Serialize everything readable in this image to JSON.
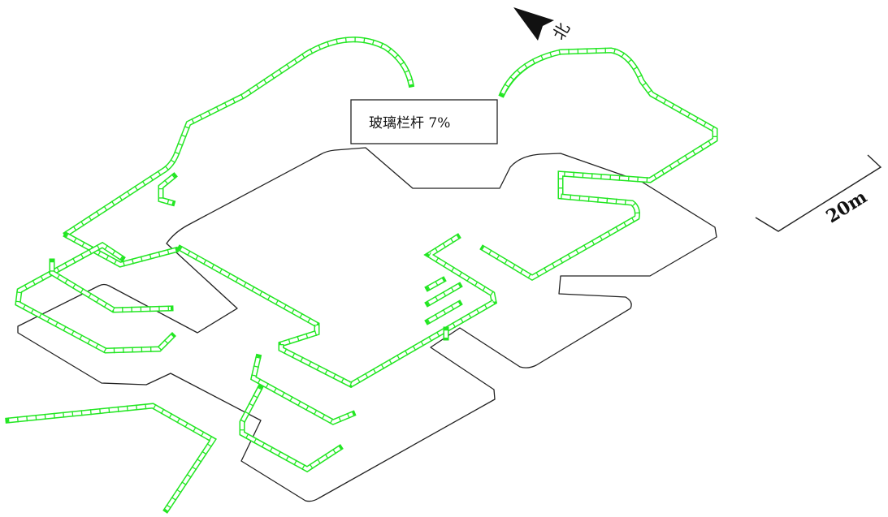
{
  "label_box": {
    "text": "玻璃栏杆 7%"
  },
  "north_arrow": {
    "label": "北"
  },
  "scale_bar": {
    "label": "20m"
  },
  "colors": {
    "railing": "#22e622",
    "outline": "#222222",
    "background": "#ffffff"
  }
}
